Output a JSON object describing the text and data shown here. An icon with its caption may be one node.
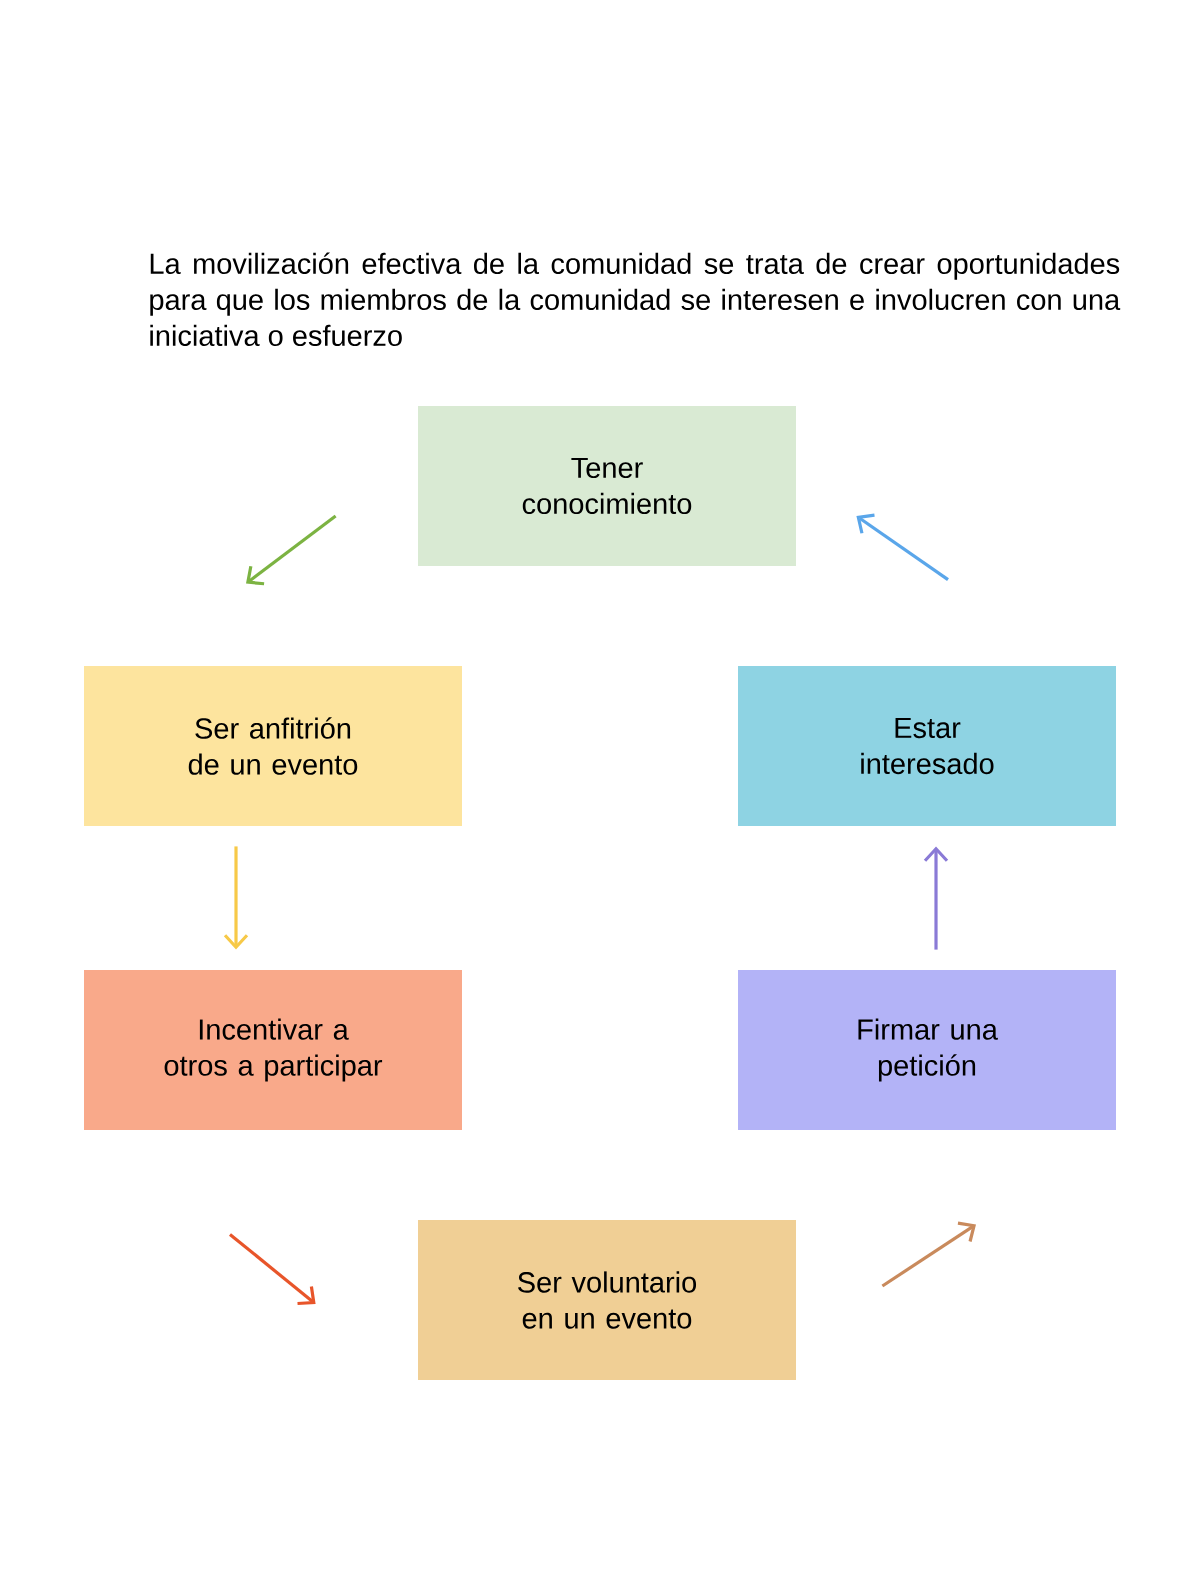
{
  "diagram": {
    "nodes": [
      {
        "text": [
          "Tener conocimiento"
        ]
      },
      {
        "text": [
          "Ser anfitrión de un evento"
        ]
      },
      {
        "text": [
          "Incentivar a otros a participar"
        ]
      },
      {
        "text": [
          "Ser voluntario en un evento"
        ]
      },
      {
        "text": [
          "Firmar una petición"
        ]
      },
      {
        "text": [
          "Estar interesado"
        ]
      }
    ],
    "edges": [
      {
        "from": 0,
        "to": 1,
        "arrow": "to",
        "color": "#7cb342"
      },
      {
        "from": 1,
        "to": 2,
        "arrow": "to",
        "color": "#f7c948"
      },
      {
        "from": 2,
        "to": 3,
        "arrow": "to",
        "color": "#e8552a"
      },
      {
        "from": 3,
        "to": 4,
        "arrow": "to",
        "color": "#c98a5c"
      },
      {
        "from": 4,
        "to": 5,
        "arrow": "to",
        "color": "#8a7ad6"
      },
      {
        "from": 5,
        "to": 0,
        "arrow": "to",
        "color": "#5aa6ea"
      }
    ],
    "labels": [
      "La movilización efectiva de la comunidad se trata de crear oportunidades para que los miembros de la comunidad se interesen e involucren con una iniciativa o esfuerzo"
    ]
  }
}
